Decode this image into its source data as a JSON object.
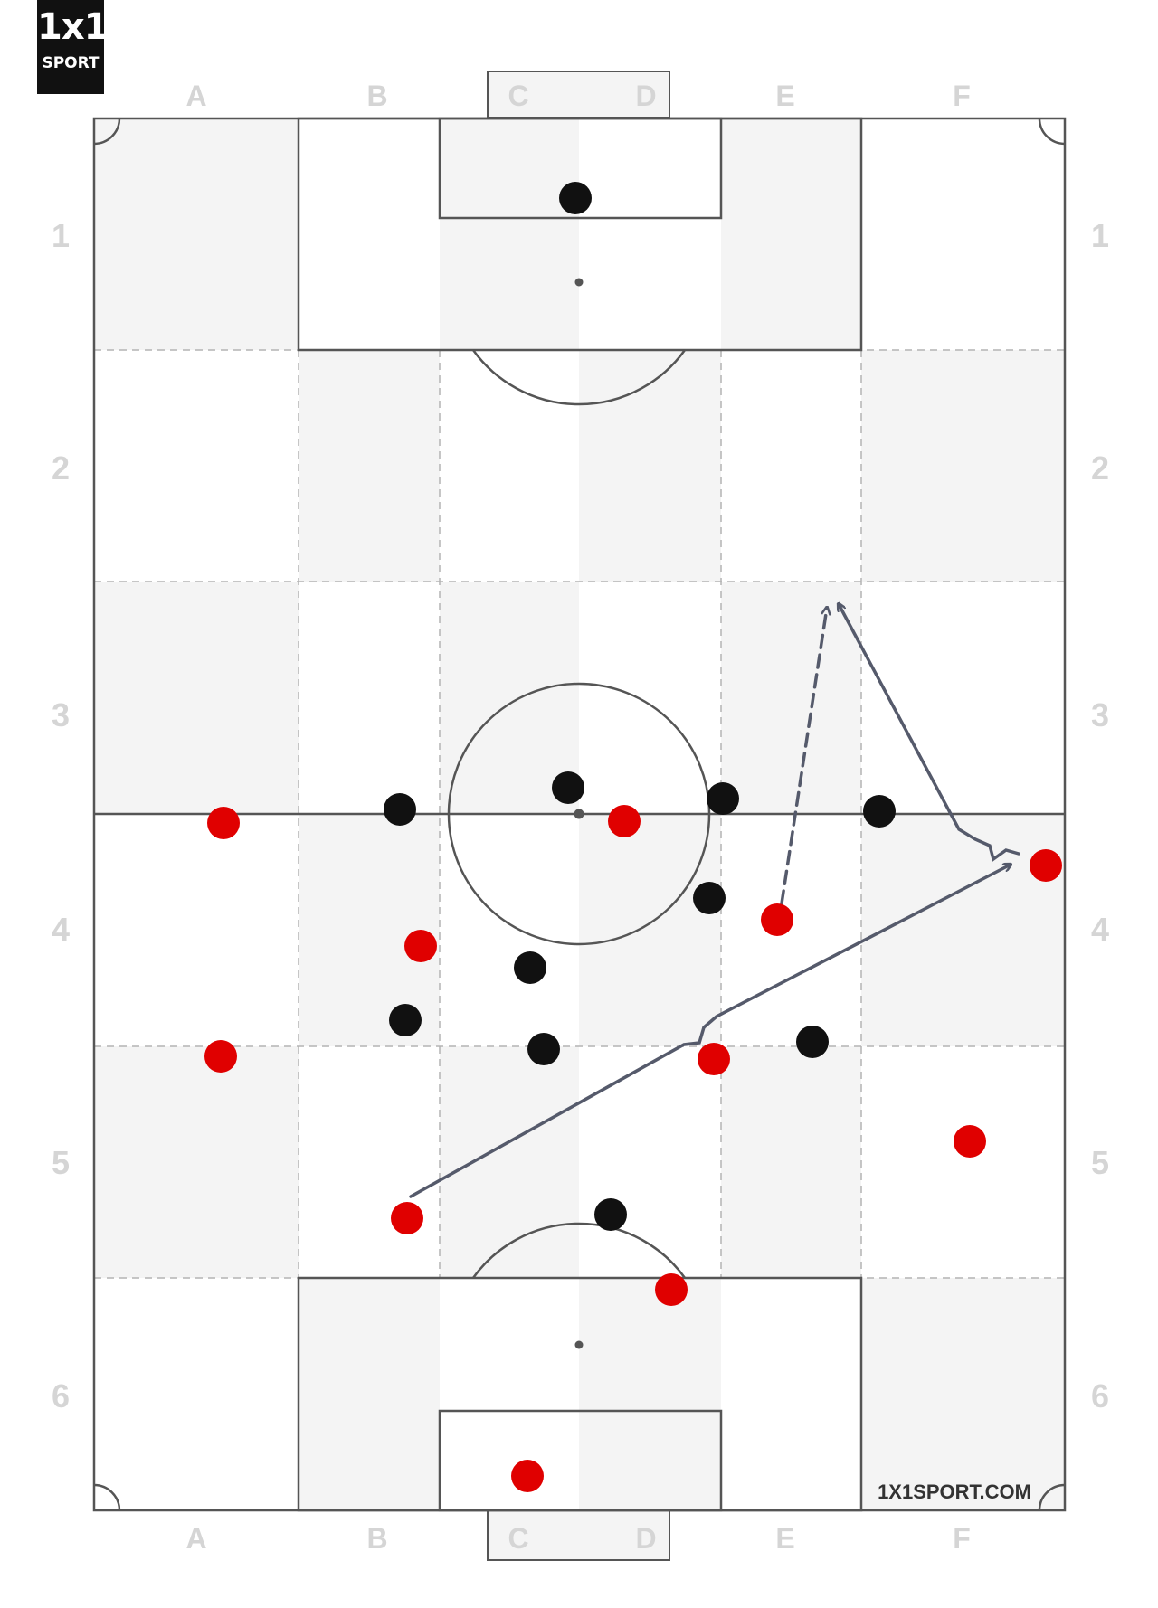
{
  "logo": {
    "mark": "1x1",
    "sub": "SPORT"
  },
  "columns": [
    "A",
    "B",
    "C",
    "D",
    "E",
    "F"
  ],
  "rows": [
    "1",
    "2",
    "3",
    "4",
    "5",
    "6"
  ],
  "website": "1X1SPORT.COM",
  "colors": {
    "pitch_light": "#f4f4f4",
    "lines": "#555555",
    "zone_lines": "#b3b3b3",
    "team_red": "#e00000",
    "team_black": "#111111",
    "arrows": "#555a6b",
    "labels": "#d5d5d5"
  },
  "teams": [
    {
      "name": "red",
      "color": "#e00000"
    },
    {
      "name": "black",
      "color": "#111111"
    }
  ],
  "arrows": [
    {
      "type": "pass",
      "style": "solid",
      "from": "red player B5",
      "to": "red player F4"
    },
    {
      "type": "run",
      "style": "dashed",
      "from": "red player E4",
      "to": "E3"
    },
    {
      "type": "pass",
      "style": "solid",
      "from": "red player F4",
      "to": "E3"
    }
  ]
}
